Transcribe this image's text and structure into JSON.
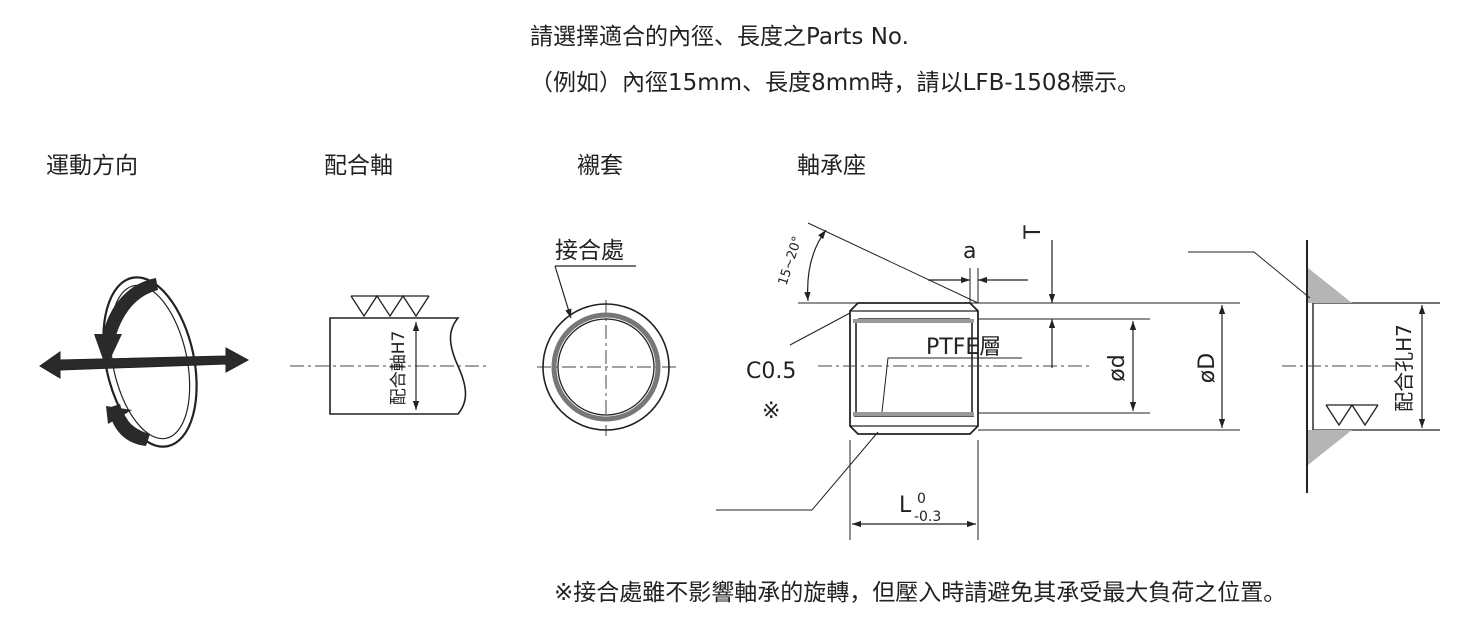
{
  "intro": {
    "line1": "請選擇適合的內徑、長度之Parts No.",
    "line2": "（例如）內徑15mm、長度8mm時，請以LFB-1508標示。"
  },
  "columns": {
    "motion": "運動方向",
    "shaft": "配合軸",
    "bushing": "襯套",
    "housing": "軸承座"
  },
  "labels": {
    "shaft_fit": "配合軸H7",
    "joint": "接合處",
    "ptfe": "PTFE層",
    "chamfer": "C0.5",
    "mark": "※",
    "dim_a": "a",
    "dim_T": "T",
    "dim_d": "ød",
    "dim_D": "øD",
    "dim_L": "L",
    "dim_L_upper": "0",
    "dim_L_lower": "-0.3",
    "angle": "15~20°",
    "housing_fit": "配合孔H7"
  },
  "footnote": "※接合處雖不影響軸承的旋轉，但壓入時請避免其承受最大負荷之位置。"
}
